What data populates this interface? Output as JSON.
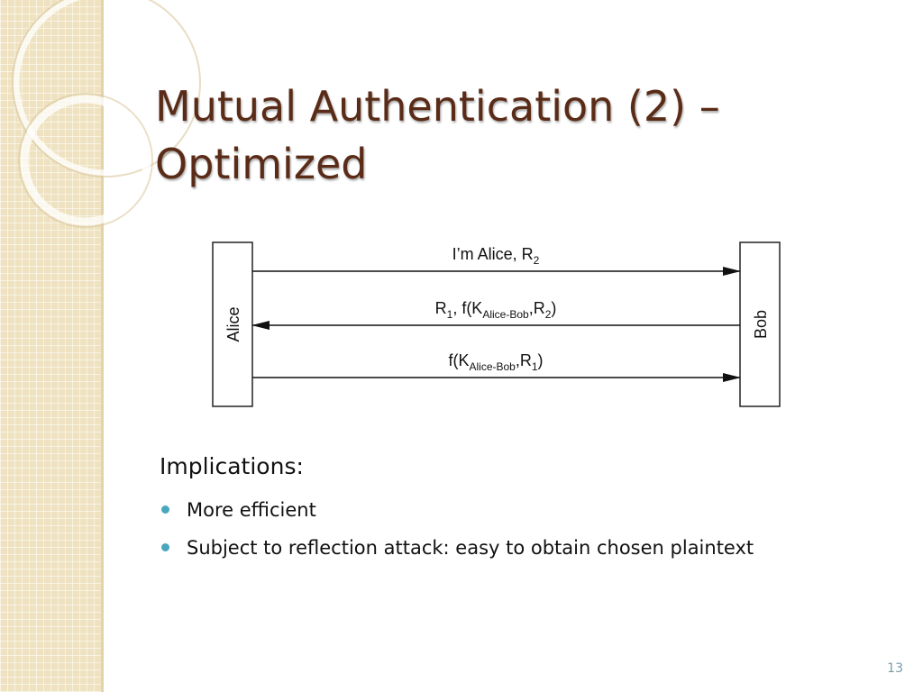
{
  "slide": {
    "title_line1": "Mutual Authentication (2) –",
    "title_line2": "Optimized",
    "page_number": "13"
  },
  "diagram": {
    "left_party": "Alice",
    "right_party": "Bob",
    "messages": [
      {
        "direction": "right",
        "text": "I’m Alice, R",
        "sub": "2",
        "tail": ""
      },
      {
        "direction": "left",
        "text": "R",
        "sub": "1",
        "text2": ", f(K",
        "sub2": "Alice-Bob",
        "text3": ",R",
        "sub3": "2",
        "tail": ")"
      },
      {
        "direction": "right",
        "text": "f(K",
        "sub": "Alice-Bob",
        "text2": ",R",
        "sub2": "1",
        "tail": ")"
      }
    ]
  },
  "body": {
    "lead": "Implications:",
    "bullets": [
      "More efficient",
      "Subject to reflection attack: easy to obtain chosen plaintext"
    ]
  },
  "theme": {
    "title_color": "#5a2b17",
    "bullet_color": "#4aa6bd",
    "band_color": "#efe2c0"
  }
}
